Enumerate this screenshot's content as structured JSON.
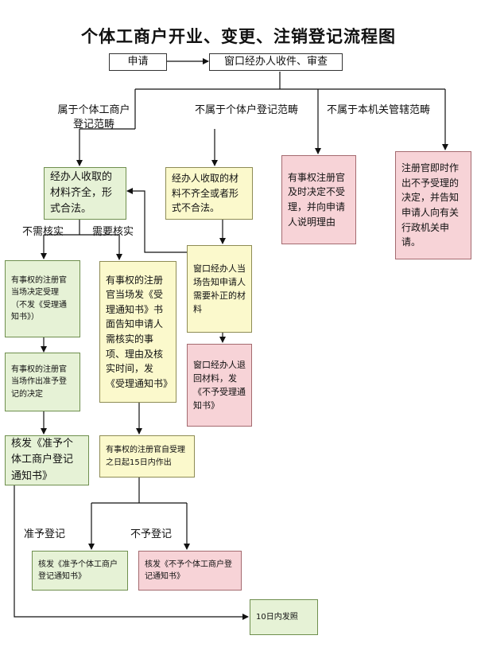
{
  "title": "个体工商户开业、变更、注销登记流程图",
  "nodes": {
    "apply": "申请",
    "receive": "窗口经办人收件、审查",
    "complete": "经办人收取的材料齐全，形式合法。",
    "incomplete": "经办人收取的材料不齐全或者形式不合法。",
    "notify_supplement": "窗口经办人当场告知申请人需要补正的材料",
    "return_materials": "窗口经办人退回材料，发《不予受理通知书》",
    "no_accept": "有事权注册官及时决定不受理，并向申请人说明理由",
    "not_jurisdiction": "注册官即时作出不予受理的决定，并告知申请人向有关行政机关申请。",
    "onsite_accept": "有事权的注册官当场决定受理（不发《受理通知书》）",
    "onsite_decide": "有事权的注册官当场作出准予登记的决定",
    "issue_approval": "核发《准予个体工商户登记通知书》",
    "verify_accept": "有事权的注册官当场发《受理通知书》书面告知申请人需核实的事项、理由及核实时间，发《受理通知书》",
    "decide_15": "有事权的注册官自受理之日起15日内作出",
    "issue_approve_small": "核发《准予个体工商户登记通知书》",
    "issue_reject": "核发《不予个体工商户登记通知书》",
    "license": "10日内发照"
  },
  "labels": {
    "belongs": "属于个体工商户登记范畴",
    "not_belongs": "不属于个体户登记范畴",
    "not_jurisdiction": "不属于本机关管辖范畴",
    "no_verify": "不需核实",
    "need_verify": "需要核实",
    "approve": "准予登记",
    "reject": "不予登记"
  },
  "colors": {
    "line": "#111111",
    "green_fill": "#e6f2d6",
    "yellow_fill": "#fbf9cc",
    "pink_fill": "#f7d3d7"
  }
}
